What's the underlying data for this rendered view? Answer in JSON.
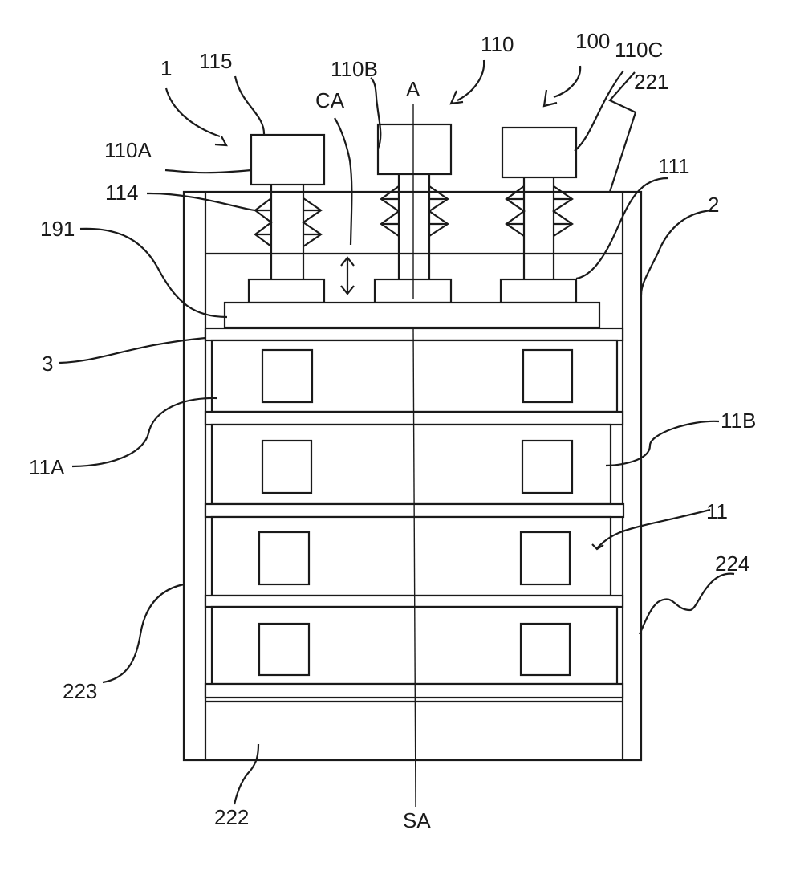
{
  "labels": {
    "ref_1": "1",
    "ref_115": "115",
    "ref_110B": "110B",
    "ref_110": "110",
    "ref_100": "100",
    "ref_110C": "110C",
    "ref_A": "A",
    "ref_221": "221",
    "ref_CA": "CA",
    "ref_110A": "110A",
    "ref_111": "111",
    "ref_114": "114",
    "ref_191": "191",
    "ref_2": "2",
    "ref_3": "3",
    "ref_11B": "11B",
    "ref_11A": "11A",
    "ref_11": "11",
    "ref_224": "224",
    "ref_223": "223",
    "ref_222": "222",
    "ref_SA": "SA"
  }
}
